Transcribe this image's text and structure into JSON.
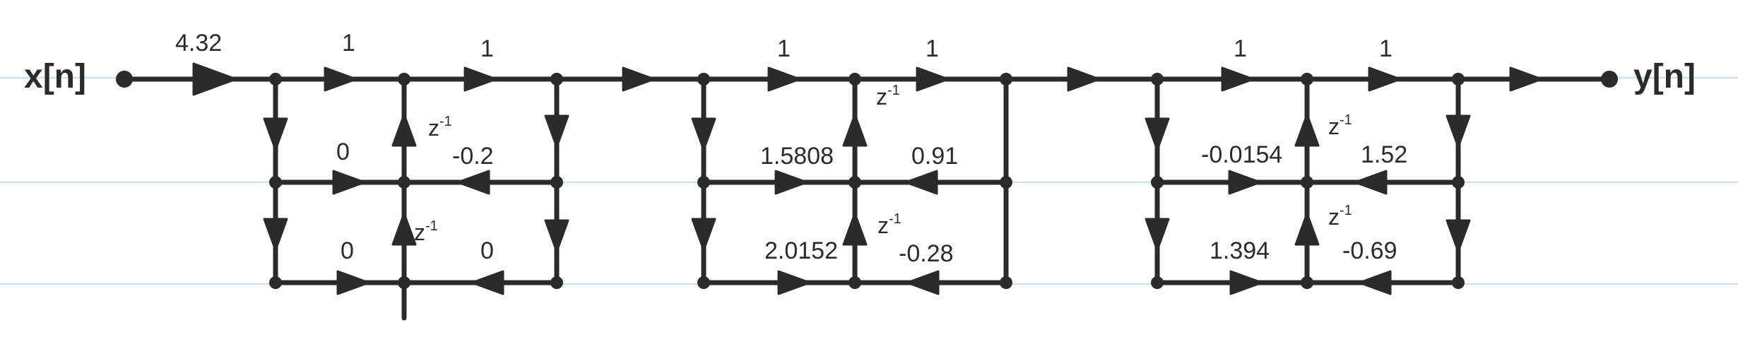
{
  "colors": {
    "ink": "#2b2b2b",
    "rule_lines": "#c8e0f4",
    "background": "#ffffff"
  },
  "diagram": {
    "input_label": "x[n]",
    "output_label": "y[n]",
    "input_gain": "4.32",
    "delay_label": "z",
    "delay_exp": "-1",
    "sections": [
      {
        "forward_gains": [
          "1",
          "1"
        ],
        "coef_row1": [
          "0",
          "-0.2"
        ],
        "coef_row2": [
          "0",
          "0"
        ]
      },
      {
        "forward_gains": [
          "1",
          "1"
        ],
        "coef_row1": [
          "1.5808",
          "0.91"
        ],
        "coef_row2": [
          "2.0152",
          "-0.28"
        ]
      },
      {
        "forward_gains": [
          "1",
          "1"
        ],
        "coef_row1": [
          "-0.0154",
          "1.52"
        ],
        "coef_row2": [
          "1.394",
          "-0.69"
        ]
      }
    ]
  }
}
